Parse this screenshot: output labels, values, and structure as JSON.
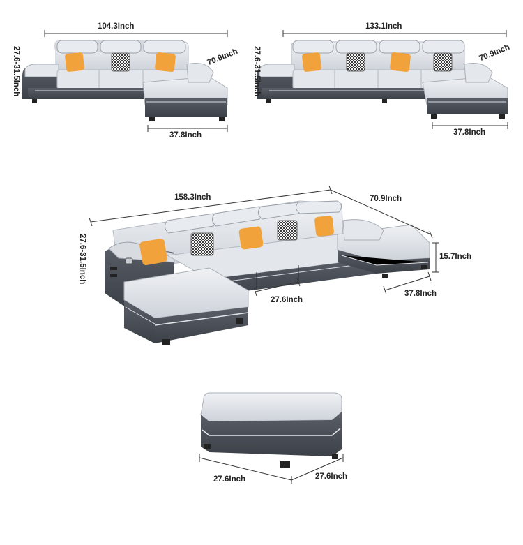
{
  "colors": {
    "upholstery_light": "#dfe3e8",
    "upholstery_mid": "#c9ced5",
    "base_dark": "#4b5058",
    "pillow_orange": "#f2a23a",
    "pillow_check": "#3a3a3a",
    "dimension_line": "#333333"
  },
  "sofa_small": {
    "width_label": "104.3Inch",
    "depth_label": "70.9Inch",
    "height_label": "27.6-31.5Inch",
    "chaise_width_label": "37.8Inch"
  },
  "sofa_medium": {
    "width_label": "133.1Inch",
    "depth_label": "70.9Inch",
    "height_label": "27.6-31.5Inch",
    "chaise_width_label": "37.8Inch"
  },
  "sofa_large": {
    "width_label": "158.3Inch",
    "depth_label": "70.9Inch",
    "height_label": "27.6-31.5Inch",
    "seat_height_label": "15.7Inch",
    "seat_width_label": "27.6Inch",
    "chaise_width_label": "37.8Inch"
  },
  "ottoman": {
    "width_label": "27.6Inch",
    "depth_label": "27.6Inch"
  }
}
